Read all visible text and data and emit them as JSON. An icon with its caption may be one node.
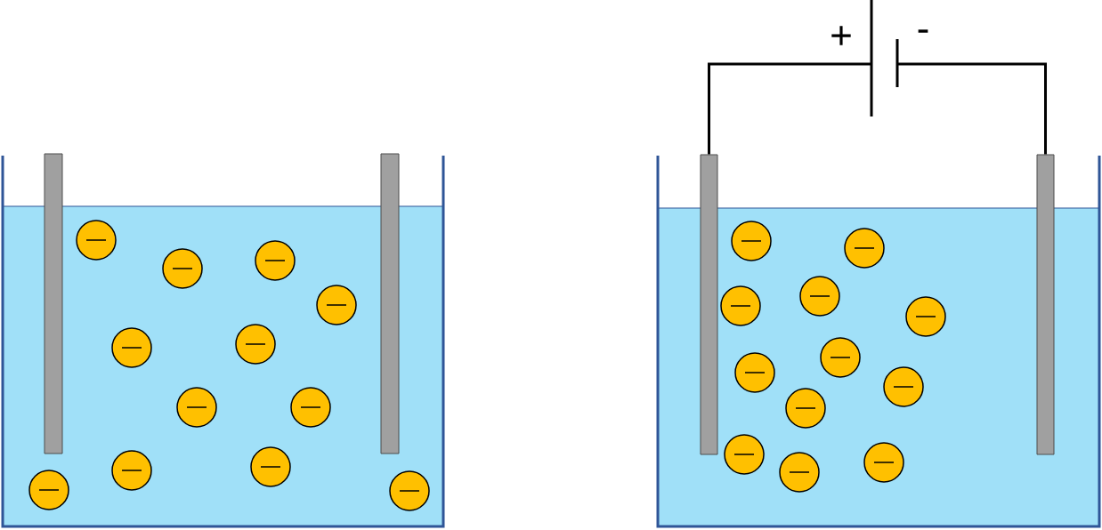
{
  "diagram": {
    "nodes": [
      {
        "text": [],
        "shape": "battery"
      },
      {
        "text": [],
        "shape": "bar"
      },
      {
        "text": [],
        "shape": "bar"
      },
      {
        "text": [],
        "shape": "bar"
      },
      {
        "text": [],
        "shape": "bar"
      }
    ],
    "edges": [
      {
        "from": 3,
        "to": 0,
        "arrow": "none"
      },
      {
        "from": 0,
        "to": 4,
        "arrow": "none"
      }
    ],
    "labels": [
      "+",
      "-"
    ]
  }
}
